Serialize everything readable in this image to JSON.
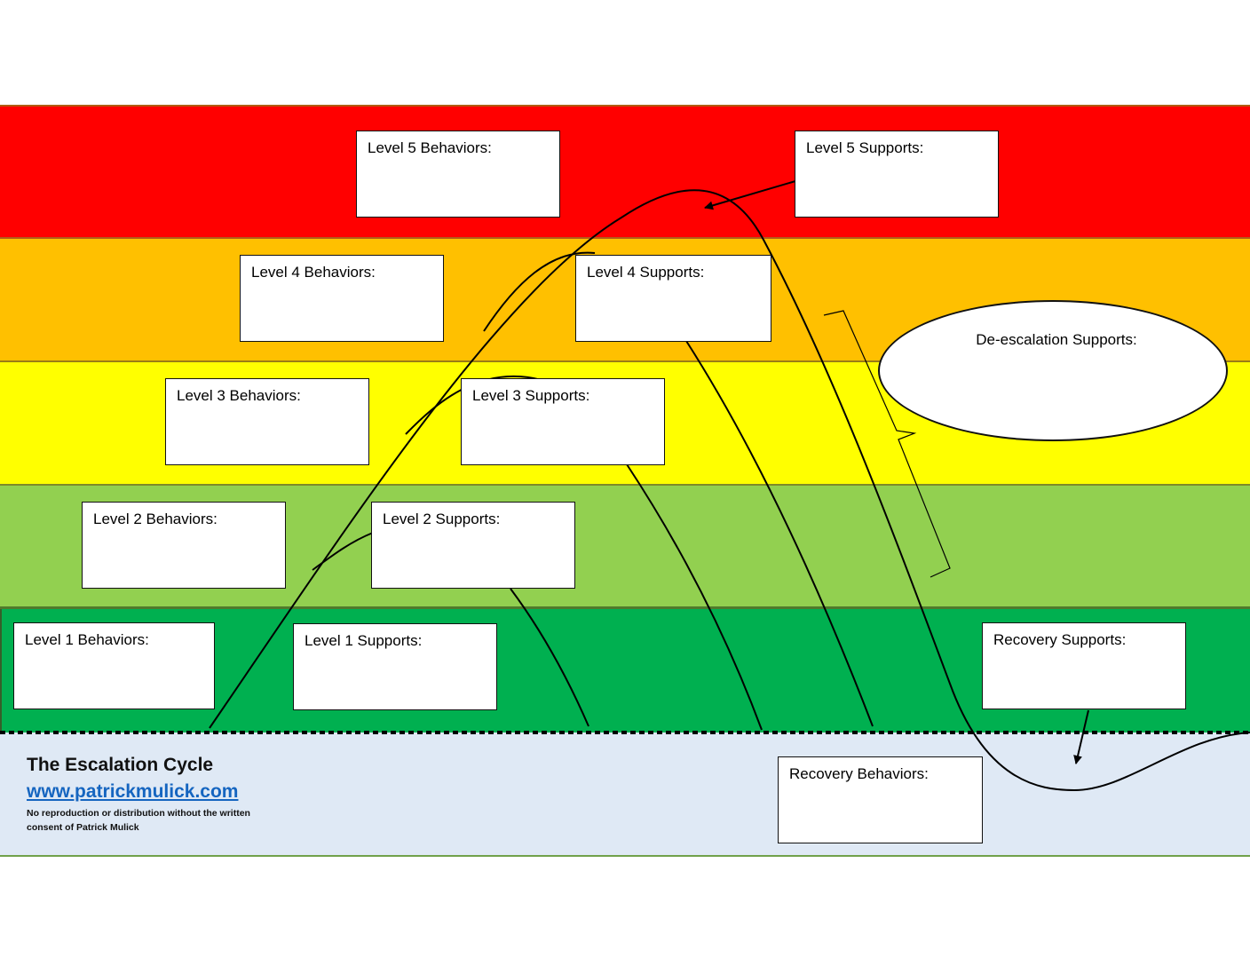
{
  "bands": [
    {
      "level": 5,
      "color": "#ff0000"
    },
    {
      "level": 4,
      "color": "#ffc000"
    },
    {
      "level": 3,
      "color": "#ffff00"
    },
    {
      "level": 2,
      "color": "#92d050"
    },
    {
      "level": 1,
      "color": "#00b050"
    },
    {
      "level": "recovery",
      "color": "#dfe9f5"
    }
  ],
  "boxes": {
    "l5_behaviors": "Level 5 Behaviors:",
    "l5_supports": "Level 5 Supports:",
    "l4_behaviors": "Level 4 Behaviors:",
    "l4_supports": "Level 4 Supports:",
    "l3_behaviors": "Level 3 Behaviors:",
    "l3_supports": "Level 3 Supports:",
    "l2_behaviors": "Level 2 Behaviors:",
    "l2_supports": "Level 2 Supports:",
    "l1_behaviors": "Level 1 Behaviors:",
    "l1_supports": "Level 1 Supports:",
    "recovery_supports": "Recovery Supports:",
    "recovery_behaviors": "Recovery Behaviors:",
    "deescalation_supports": "De-escalation Supports:"
  },
  "footer": {
    "title": "The Escalation Cycle",
    "link": "www.patrickmulick.com",
    "notice": "No reproduction or distribution without the written consent of Patrick Mulick"
  },
  "link_color": "#1565c0"
}
